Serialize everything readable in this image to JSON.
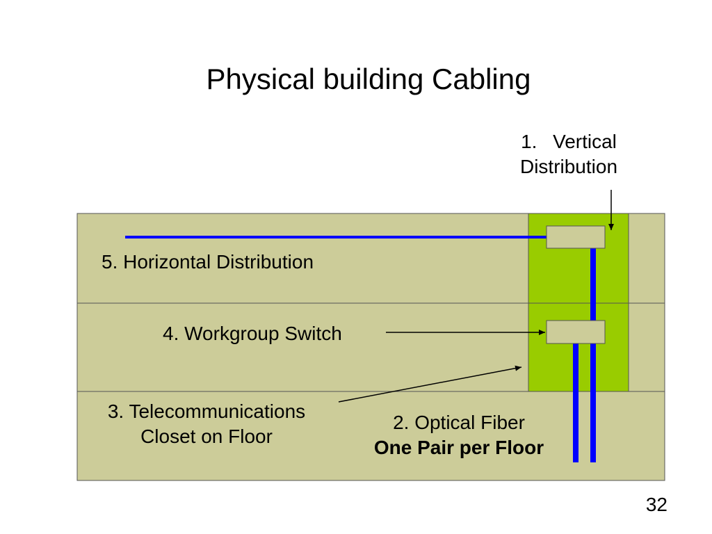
{
  "slide": {
    "title": "Physical building Cabling",
    "page_number": "32"
  },
  "labels": {
    "vertical_number": "1.",
    "vertical_line1": "Vertical",
    "vertical_line2": "Distribution",
    "horizontal": "5. Horizontal Distribution",
    "workgroup_switch": "4. Workgroup Switch",
    "closet_line1": "3. Telecommunications",
    "closet_line2": "Closet on Floor",
    "fiber_line1": "2. Optical Fiber",
    "fiber_line2": "One Pair per Floor"
  },
  "colors": {
    "floor_fill": "#cccc99",
    "riser_fill": "#99cc00",
    "cable": "#0000ff",
    "switch_box": "#cccc99",
    "outline": "#555555"
  }
}
